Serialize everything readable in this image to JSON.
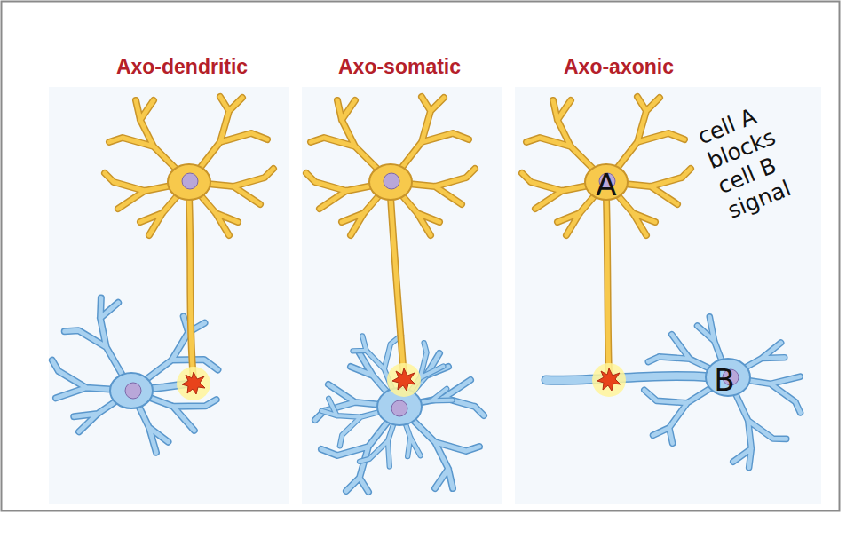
{
  "diagram": {
    "labels": [
      "Axo-dendritic",
      "Axo-somatic",
      "Axo-axonic",
      "A",
      "B",
      "cell A blocks cell B signal"
    ]
  }
}
